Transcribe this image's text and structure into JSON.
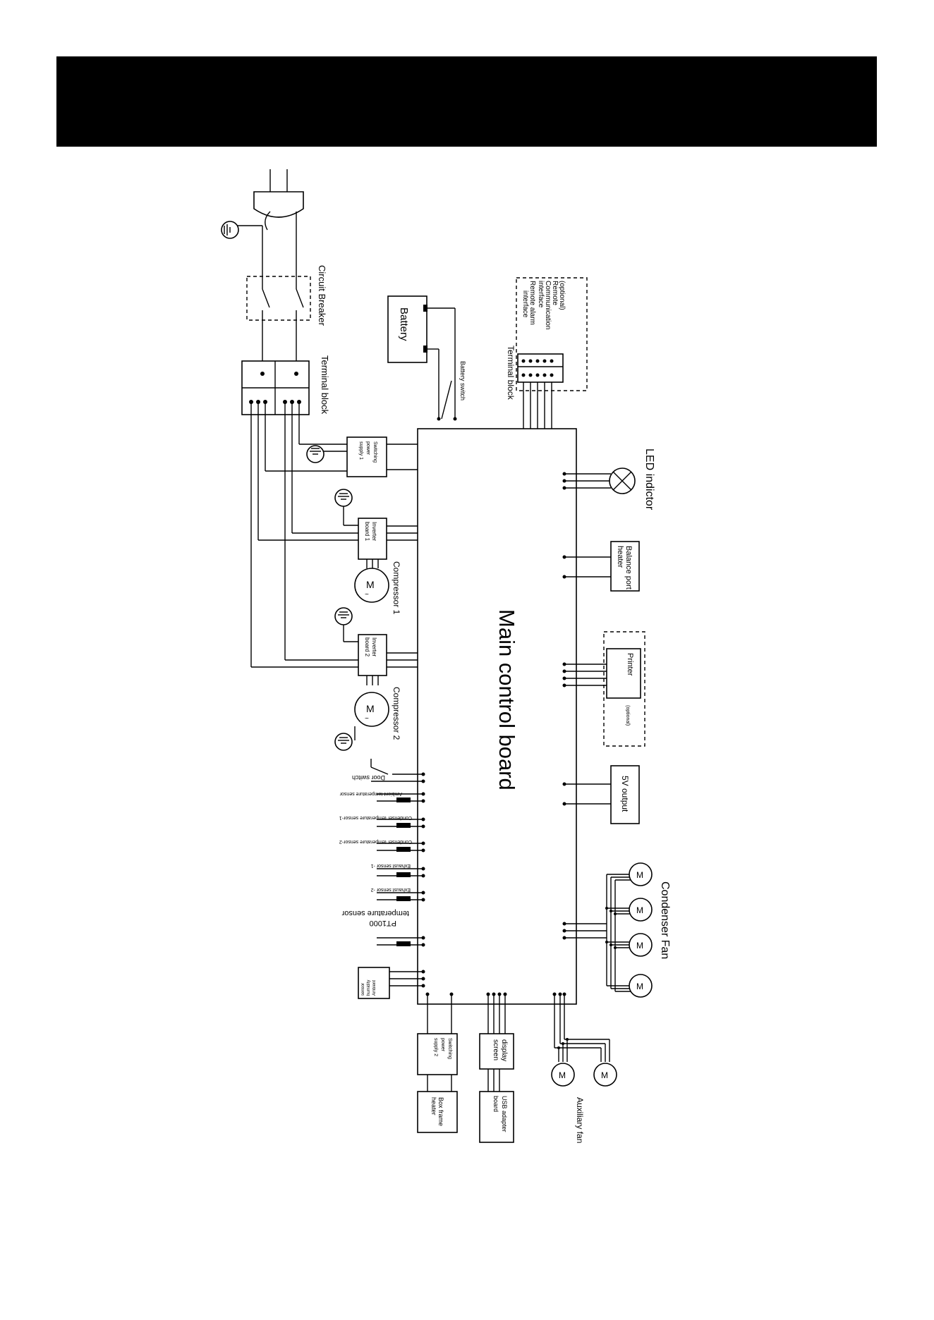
{
  "labels": {
    "main_board": "Main control board",
    "circuit_breaker": "Circuit Breaker",
    "terminal_block_main": "Terminal block",
    "terminal_block_remote": "Terminal block",
    "battery": "Battery",
    "battery_switch": "Battery switch",
    "remote_optional": "(optional)",
    "remote_comm_1": "Remote",
    "remote_comm_2": "Communication",
    "remote_comm_3": "interface",
    "remote_alarm_1": "Remote alarm",
    "remote_alarm_2": "interface",
    "smps1_1": "Switching",
    "smps1_2": "power",
    "smps1_3": "supply 1",
    "inv1_1": "Inverter",
    "inv1_2": "board 1",
    "inv2_1": "Inverter",
    "inv2_2": "board 2",
    "comp1": "Compressor 1",
    "comp2": "Compressor 2",
    "door_switch": "Door switch",
    "ambient_temp": "Ambient temperature sensor",
    "cond_temp_1": "Condenser temperature sensor-1",
    "cond_temp_2": "Condenser temperature sensor-2",
    "exhaust_1": "Exhaust sensor -1",
    "exhaust_2": "Exhaust sensor -2",
    "pt1000_1": "PT1000",
    "pt1000_2": "temperature sensor",
    "amb_hum_1": "Ambient",
    "amb_hum_2": "humidity",
    "amb_hum_3": "sensor",
    "led": "LED indictor",
    "balance_1": "Balance port",
    "balance_2": "heater",
    "printer": "Printer",
    "printer_opt": "(optional)",
    "fivev": "5V output",
    "cond_fan": "Condenser Fan",
    "smps2_1": "Switching",
    "smps2_2": "power",
    "smps2_3": "supply 2",
    "box_1": "Box frame",
    "box_2": "heater",
    "disp_1": "display",
    "disp_2": "screen",
    "usb_1": "USB adapter",
    "usb_2": "board",
    "aux_fan": "Auxiliary fan",
    "motor_symbol": "M",
    "ac_symbol": "~"
  }
}
